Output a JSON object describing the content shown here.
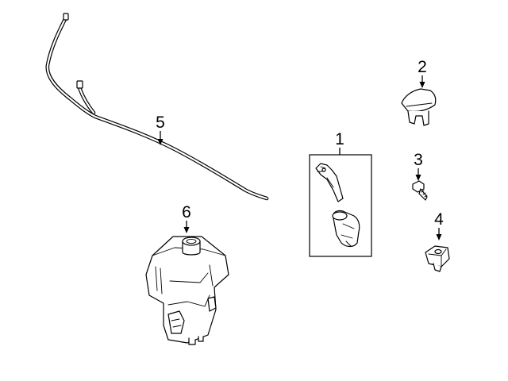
{
  "callouts": {
    "c1": "1",
    "c2": "2",
    "c3": "3",
    "c4": "4",
    "c5": "5",
    "c6": "6"
  },
  "parts": [
    {
      "callout": "1",
      "icon": "washer-nozzle-kit-icon"
    },
    {
      "callout": "2",
      "icon": "nozzle-cap-icon"
    },
    {
      "callout": "3",
      "icon": "bolt-icon"
    },
    {
      "callout": "4",
      "icon": "bracket-clip-icon"
    },
    {
      "callout": "5",
      "icon": "washer-hose-icon"
    },
    {
      "callout": "6",
      "icon": "washer-reservoir-icon"
    }
  ]
}
